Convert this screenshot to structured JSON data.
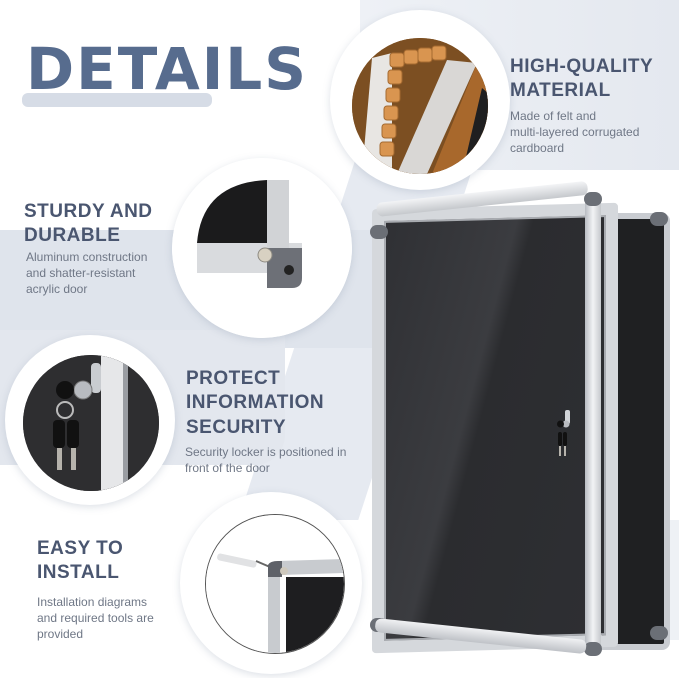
{
  "page": {
    "title": "DETAILS"
  },
  "features": [
    {
      "heading_lines": [
        "HIGH-QUALITY",
        "MATERIAL"
      ],
      "description_lines": [
        "Made of felt and",
        "multi-layered corrugated",
        "cardboard"
      ],
      "image": "felt-corrugated-cross-section"
    },
    {
      "heading_lines": [
        "STURDY AND",
        "DURABLE"
      ],
      "description_lines": [
        "Aluminum construction",
        "and shatter-resistant",
        "acrylic door"
      ],
      "image": "aluminum-frame-corner"
    },
    {
      "heading_lines": [
        "PROTECT",
        "INFORMATION",
        "SECURITY"
      ],
      "description_lines": [
        "Security locker is positioned in",
        "front of the door"
      ],
      "image": "lock-and-keys"
    },
    {
      "heading_lines": [
        "EASY TO",
        "INSTALL"
      ],
      "description_lines": [
        "Installation diagrams",
        "and required tools are",
        "provided"
      ],
      "image": "wall-anchor-installation"
    }
  ],
  "product": {
    "image": "lockable-felt-bulletin-board-open-door"
  },
  "colors": {
    "title": "#576c8e",
    "heading": "#4a5670",
    "description": "#6f7786",
    "band": "#e3e7ee"
  }
}
